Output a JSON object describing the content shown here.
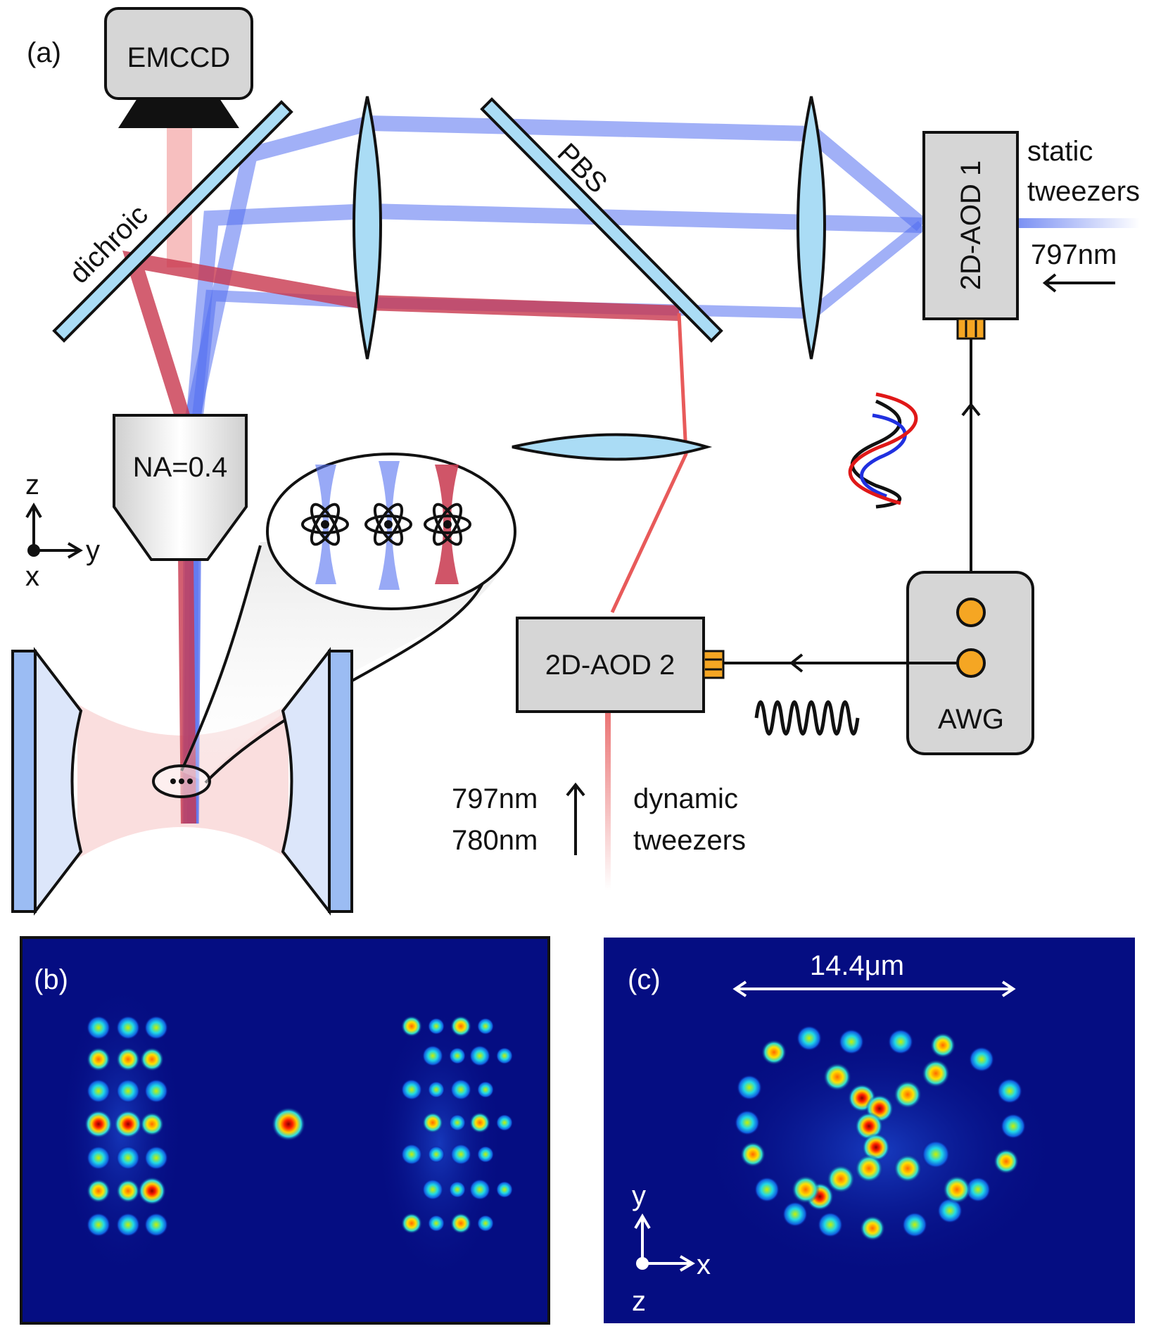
{
  "panel_a": {
    "label": "(a)",
    "camera": "EMCCD",
    "dichroic": "dichroic",
    "pbs": "PBS",
    "objective": "NA=0.4",
    "aod1": "2D-AOD 1",
    "aod2": "2D-AOD 2",
    "awg": "AWG",
    "static_line1": "static",
    "static_line2": "tweezers",
    "static_wavelength": "797nm",
    "dynamic_line1": "dynamic",
    "dynamic_line2": "tweezers",
    "dynamic_wl1": "797nm",
    "dynamic_wl2": "780nm",
    "axis_z": "z",
    "axis_y": "y",
    "axis_x": "x"
  },
  "panel_b": {
    "label": "(b)"
  },
  "panel_c": {
    "label": "(c)",
    "scale": "14.4μm",
    "axis_y": "y",
    "axis_x": "x",
    "axis_z": "z"
  },
  "colors": {
    "blue_beam": "#5470f0",
    "red_beam": "#c8374e",
    "optic_fill": "#aadcf5",
    "box_fill": "#d6d6d6",
    "knob": "#f5a623",
    "image_bg": "#050d82"
  }
}
